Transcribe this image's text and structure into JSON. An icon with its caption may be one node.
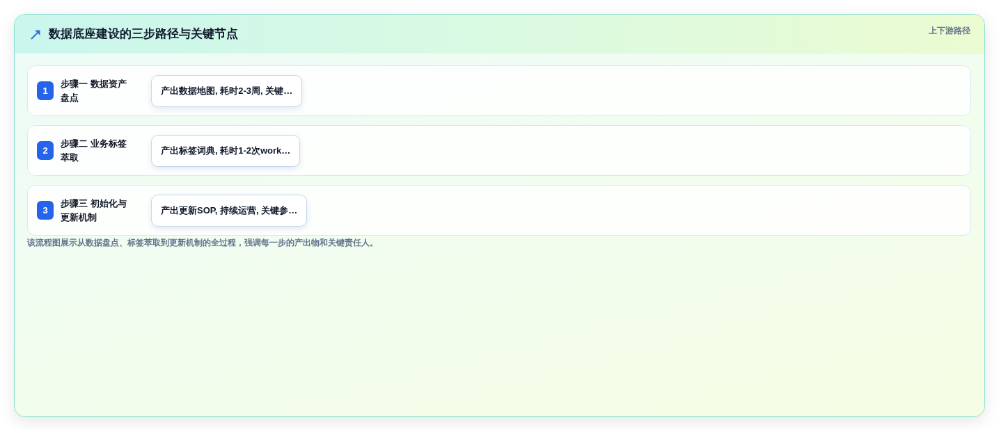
{
  "diagram": {
    "title": "数据底座建设的三步路径与关键节点",
    "caption": "该流程图展示从数据盘点、标签萃取到更新机制的全过程，强调每一步的产出物和关键责任人。",
    "nodes": [
      {
        "text": [
          "步骤一 数据资产盘点"
        ]
      },
      {
        "text": [
          "1"
        ],
        "in": 0
      },
      {
        "text": [
          "产出数据地图, 耗时2-3周, 关键…"
        ],
        "in": 0
      },
      {
        "text": [
          "步骤二 业务标签萃取"
        ]
      },
      {
        "text": [
          "2"
        ],
        "in": 3
      },
      {
        "text": [
          "产出标签词典, 耗时1-2次work…"
        ],
        "in": 3
      },
      {
        "text": [
          "步骤三 初始化与更新机制"
        ]
      },
      {
        "text": [
          "3"
        ],
        "in": 6
      },
      {
        "text": [
          "产出更新SOP, 持续运营, 关键参…"
        ],
        "in": 6
      }
    ],
    "labels": [
      "上下游路径"
    ]
  }
}
